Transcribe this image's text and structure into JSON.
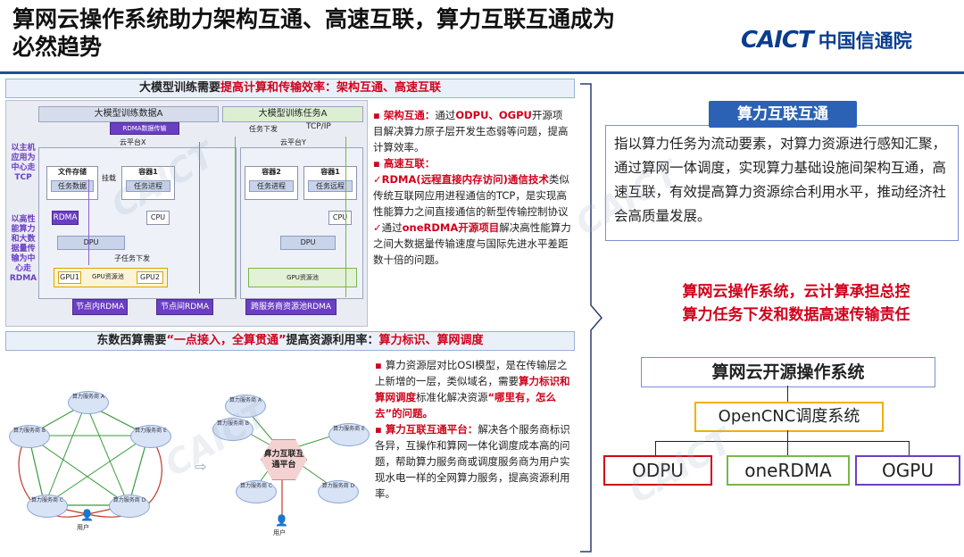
{
  "header": {
    "title_line1": "算网云操作系统助力架构互通、高速互联，算力互联互通成为",
    "title_line2": "必然趋势",
    "logo_en": "CAICT",
    "logo_cn": "中国信通院"
  },
  "section1": {
    "heading_prefix": "大模型训练需要",
    "heading_red": "提高计算和传输效率：架构互通、高速互联",
    "diagram": {
      "taskA": "大模型训练数据A",
      "taskB": "大模型训练任务A",
      "rdma_flow": "RDMA数据传输",
      "task_dispatch": "任务下发",
      "tcpip": "TCP/IP",
      "cloudX": "云平台X",
      "cloudY": "云平台Y",
      "file_storage": "文件存储",
      "mount": "挂载",
      "container1": "容器1",
      "container2": "容器2",
      "task_data": "任务数据",
      "task_process": "任务进程",
      "task_remote": "任务远程",
      "rdma": "RDMA",
      "cpu": "CPU",
      "dpu": "DPU",
      "subtask": "子任务下发",
      "gpu1": "GPU1",
      "gpu2": "GPU2",
      "gpu_pool": "GPU资源池",
      "gpu_lib": "GPU资源池",
      "intra_rdma": "节点内RDMA",
      "inter_rdma": "节点间RDMA",
      "cross_rdma": "跨服务商资源池RDMA",
      "side_top": [
        "以主机",
        "应用为",
        "中心走",
        "TCP"
      ],
      "side_bottom": [
        "以高性",
        "能算力",
        "和大数",
        "据量传",
        "输为中",
        "心走",
        "RDMA"
      ]
    },
    "points": {
      "p1_label": "架构互通：",
      "p1_a": "通过",
      "p1_red": "ODPU、OGPU",
      "p1_b": "开源项目解决算力原子层开发生态弱等问题，提高计算效率。",
      "p2_label": "高速互联：",
      "p3_red": "RDMA(远程直接内存访问)通信技术",
      "p3_b": "类似传统互联网应用进程通信的TCP，是实现高性能算力之间直接通信的新型传输控制协议",
      "p4_a": "通过",
      "p4_red": "oneRDMA开源项目",
      "p4_b": "解决高性能算力之间大数据量传输速度与国际先进水平差距数十倍的问题。"
    }
  },
  "section2": {
    "heading_prefix": "东数西算需要",
    "heading_red": "“一点接入，全算贯通”",
    "heading_mid": "提高资源利用率：",
    "heading_red2": "算力标识、算网调度",
    "diagram": {
      "hub": "算力互联互通平台",
      "user": "用户",
      "providers": [
        "算力服务商 A",
        "算力服务商 B",
        "算力服务商 C",
        "算力服务商 D",
        "算力服务商 E"
      ]
    },
    "points": {
      "q1_a": "算力资源层对比OSI模型，是在传输层之上新增的一层，类似域名，需要",
      "q1_red": "算力标识和算网调度",
      "q1_b": "标准化解决资源",
      "q1_red2": "“哪里有，怎么去”的问题。",
      "q2_label": "算力互联互通平台：",
      "q2_b": "解决各个服务商标识各异，互操作和算网一体化调度成本高的问题，帮助算力服务商或调度服务商为用户实现水电一样的全网算力服务，提高资源利用率。"
    }
  },
  "right": {
    "badge": "算力互联互通",
    "desc": "指以算力任务为流动要素，对算力资源进行感知汇聚，通过算网一体调度，实现算力基础设施间架构互通，高速互联，有效提高算力资源综合利用水平，推动经济社会高质量发展。",
    "red_line1": "算网云操作系统，云计算承担总控",
    "red_line2": "算力任务下发和数据高速传输责任",
    "os_title": "算网云开源操作系统",
    "scheduler": "OpenCNC调度系统",
    "leaf1": "ODPU",
    "leaf2": "oneRDMA",
    "leaf3": "OGPU",
    "colors": {
      "red": "#d0021b",
      "green": "#7ab648",
      "purple": "#6b3fc4",
      "orange": "#f0b000",
      "blue": "#2b62b5"
    }
  }
}
